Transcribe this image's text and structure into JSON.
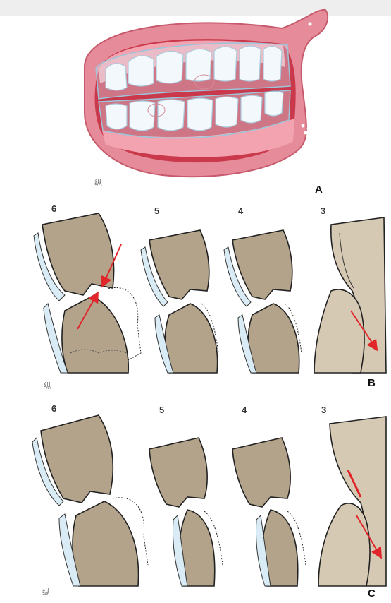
{
  "panels": {
    "A": {
      "letter": "A",
      "mark": "纵"
    },
    "B": {
      "letter": "B",
      "mark": "纵",
      "teeth": [
        "6",
        "5",
        "4",
        "3"
      ]
    },
    "C": {
      "letter": "C",
      "mark": "纵",
      "teeth": [
        "6",
        "5",
        "4",
        "3"
      ]
    }
  },
  "colors": {
    "gum": "#e58b99",
    "gum_dark": "#c75a6c",
    "gum_light": "#f6c2ca",
    "tray": "#d9ecf5",
    "tooth_brown": "#b3a38a",
    "tooth_light": "#d6c9b3",
    "arrow": "#e0262b"
  }
}
